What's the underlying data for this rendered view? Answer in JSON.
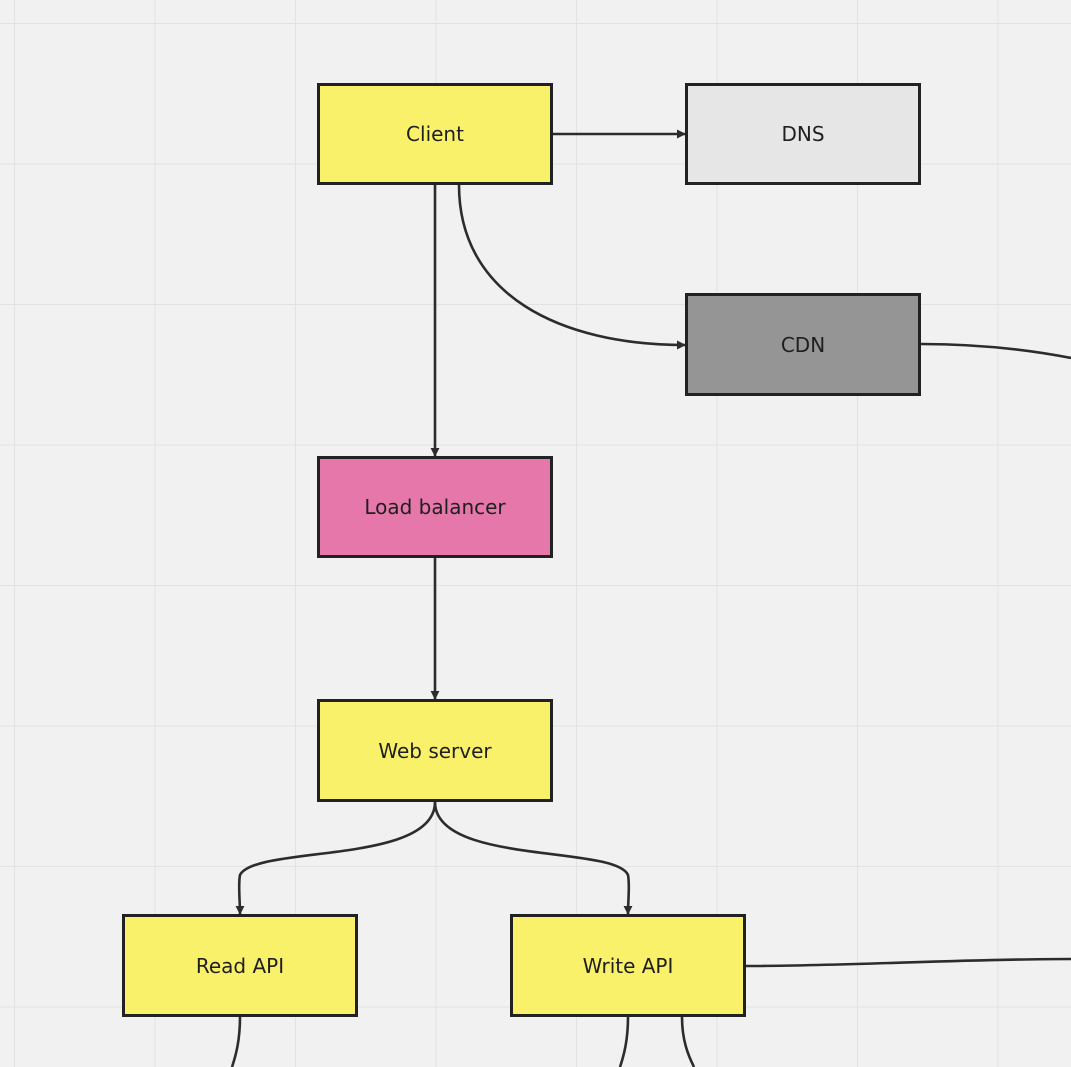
{
  "diagram": {
    "colors": {
      "canvas_bg": "#f1f1f1",
      "grid": "#e2e2e2",
      "border": "#222222",
      "edge": "#2c2c2c"
    },
    "nodes": {
      "client": {
        "label": "Client",
        "fill": "#f9f16a"
      },
      "dns": {
        "label": "DNS",
        "fill": "#e6e6e6"
      },
      "cdn": {
        "label": "CDN",
        "fill": "#959595"
      },
      "load_balancer": {
        "label": "Load balancer",
        "fill": "#e677aa"
      },
      "web_server": {
        "label": "Web server",
        "fill": "#f9f16a"
      },
      "read_api": {
        "label": "Read API",
        "fill": "#f9f16a"
      },
      "write_api": {
        "label": "Write API",
        "fill": "#f9f16a"
      }
    },
    "edges": [
      {
        "from": "Client",
        "to": "DNS"
      },
      {
        "from": "Client",
        "to": "CDN"
      },
      {
        "from": "Client",
        "to": "Load balancer"
      },
      {
        "from": "Load balancer",
        "to": "Web server"
      },
      {
        "from": "Web server",
        "to": "Read API"
      },
      {
        "from": "Web server",
        "to": "Write API"
      }
    ]
  }
}
